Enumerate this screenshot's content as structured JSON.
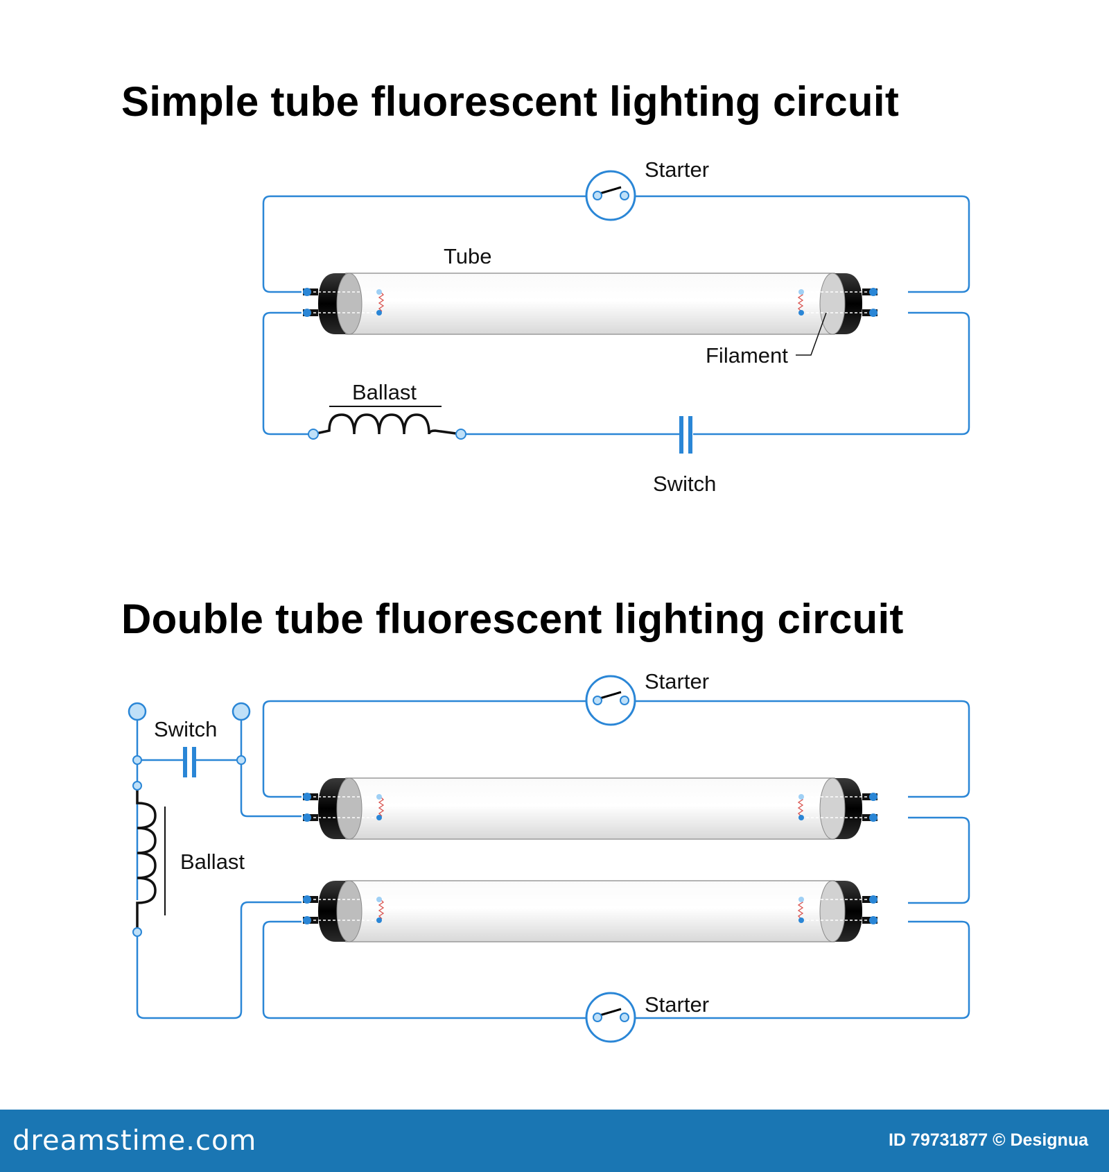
{
  "diagram_1": {
    "title": "Simple tube fluorescent lighting circuit",
    "labels": {
      "starter": "Starter",
      "tube": "Tube",
      "filament": "Filament",
      "ballast": "Ballast",
      "switch": "Switch"
    }
  },
  "diagram_2": {
    "title": "Double tube fluorescent lighting circuit",
    "labels": {
      "starter_top": "Starter",
      "starter_bottom": "Starter",
      "switch": "Switch",
      "ballast": "Ballast"
    }
  },
  "colors": {
    "wire": "#2a86d6",
    "tube_body": "#eeeeee",
    "tube_cap": "#111111",
    "filament": "#d9534f",
    "footer": "#1a76b3"
  },
  "footer": {
    "brand": "dreamstime.com",
    "credit": "ID 79731877 © Designua"
  }
}
